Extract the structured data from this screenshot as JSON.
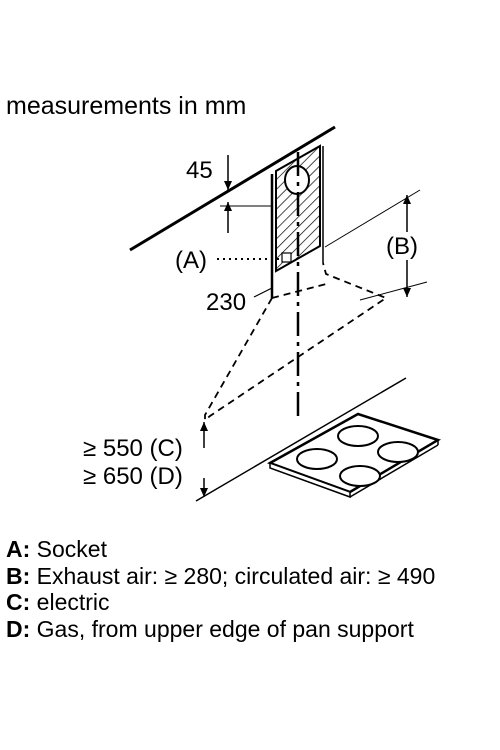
{
  "title": "measurements in mm",
  "diagram": {
    "dim_top": "45",
    "label_a": "(A)",
    "label_b": "(B)",
    "dim_side": "230",
    "clearance_c": "≥ 550 (C)",
    "clearance_d": "≥ 650 (D)"
  },
  "legend": [
    {
      "key": "A:",
      "text": " Socket"
    },
    {
      "key": "B:",
      "text": " Exhaust air: ≥ 280; circulated air: ≥ 490"
    },
    {
      "key": "C:",
      "text": " electric"
    },
    {
      "key": "D:",
      "text": " Gas, from upper edge of pan support"
    }
  ]
}
